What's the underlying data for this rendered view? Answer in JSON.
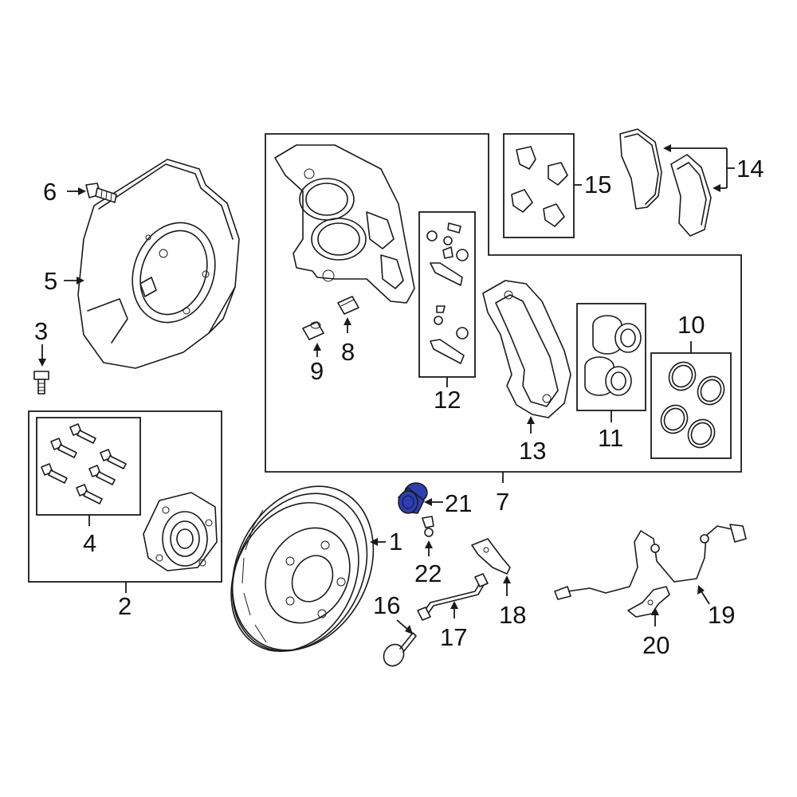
{
  "diagram": {
    "highlight_color": "#2f3fb0",
    "highlighted_part": "21",
    "callouts": {
      "p1": "1",
      "p2": "2",
      "p3": "3",
      "p4": "4",
      "p5": "5",
      "p6": "6",
      "p7": "7",
      "p8": "8",
      "p9": "9",
      "p10": "10",
      "p11": "11",
      "p12": "12",
      "p13": "13",
      "p14": "14",
      "p15": "15",
      "p16": "16",
      "p17": "17",
      "p18": "18",
      "p19": "19",
      "p20": "20",
      "p21": "21",
      "p22": "22"
    }
  }
}
